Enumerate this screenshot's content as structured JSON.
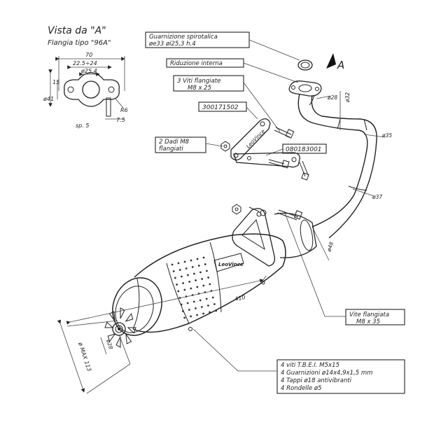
{
  "view_title": "Vista da \"A\"",
  "view_subtitle": "Flangia tipo \"96A\"",
  "view_arrow_label": "A",
  "dims": {
    "d70": "70",
    "d22_5": "22.5÷24",
    "d25_4": "ø25.4",
    "d15": "15",
    "d41": "ø41",
    "r6": "R6",
    "d7_5": "7.5",
    "sp5": "sp. 5",
    "d28_top": "ø28",
    "d32": "ø32",
    "d35": "ø35",
    "d37": "ø37",
    "d48": "ø48",
    "d410": "410",
    "dmax113": "ø MAX 113",
    "d28_tail": "ø28"
  },
  "labels": {
    "gasket_1": "Guarnizione spirotalica",
    "gasket_2": "øe33 øi25,3 h.4",
    "reduction": "Riduzione interna",
    "screws_1": "3 Viti flangiate",
    "screws_2": "M8 x 25",
    "part_a": "300171502",
    "nuts_1": "2 Dadi M8",
    "nuts_2": "flangiati",
    "part_b": "080183001",
    "flange_screw_1": "Vite flangiata",
    "flange_screw_2": "M8 x 35",
    "kit_1": "4 viti T.B.E.I. M5x15",
    "kit_2": "4 Guarnizioni ø14x4,9x1,5 mm",
    "kit_3": "4 Tappi ø18 antivibranti",
    "kit_4": "4 Rondelle ø5"
  },
  "brand_text": "LeoVince"
}
